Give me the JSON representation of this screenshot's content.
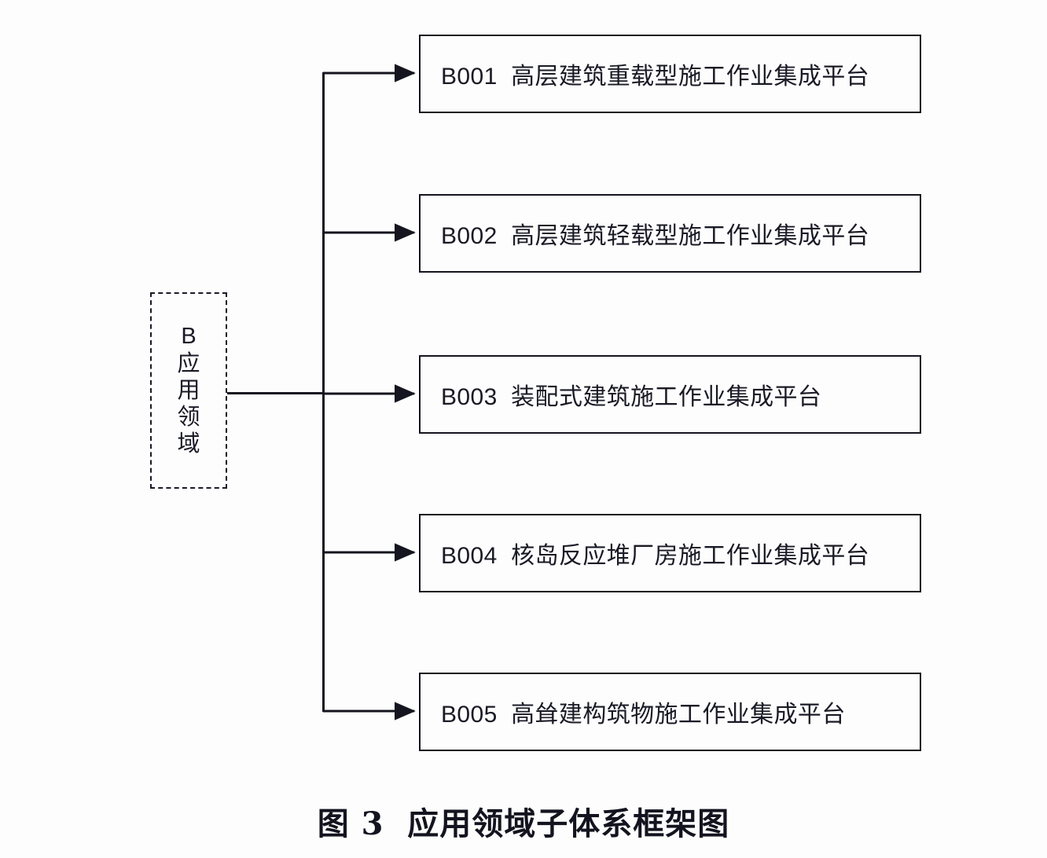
{
  "figure": {
    "caption": "图 3  应用领域子体系框架图",
    "caption_number": "3",
    "caption_title": "应用领域子体系框架图",
    "type": "tree-diagram",
    "orientation": "left-to-right",
    "colors": {
      "background": "#fdfdfd",
      "stroke": "#15151f",
      "text": "#1a1a26",
      "root_border_style": "dashed",
      "leaf_border_style": "solid"
    }
  },
  "root": {
    "id": "B",
    "label_lines": [
      "B",
      "应",
      "用",
      "领",
      "域"
    ],
    "label_text": "B 应用领域",
    "border": "dashed"
  },
  "leaves": [
    {
      "code": "B001",
      "name": "高层建筑重载型施工作业集成平台",
      "text": "B001  高层建筑重载型施工作业集成平台"
    },
    {
      "code": "B002",
      "name": "高层建筑轻载型施工作业集成平台",
      "text": "B002  高层建筑轻载型施工作业集成平台"
    },
    {
      "code": "B003",
      "name": "装配式建筑施工作业集成平台",
      "text": "B003  装配式建筑施工作业集成平台"
    },
    {
      "code": "B004",
      "name": "核岛反应堆厂房施工作业集成平台",
      "text": "B004  核岛反应堆厂房施工作业集成平台"
    },
    {
      "code": "B005",
      "name": "高耸建构筑物施工作业集成平台",
      "text": "B005  高耸建构筑物施工作业集成平台"
    }
  ],
  "connectors": {
    "trunk_label": "vertical-trunk",
    "stem_label": "root-stem",
    "arrow_labels": [
      "arrow-to-B001",
      "arrow-to-B002",
      "arrow-to-B003",
      "arrow-to-B004",
      "arrow-to-B005"
    ]
  }
}
